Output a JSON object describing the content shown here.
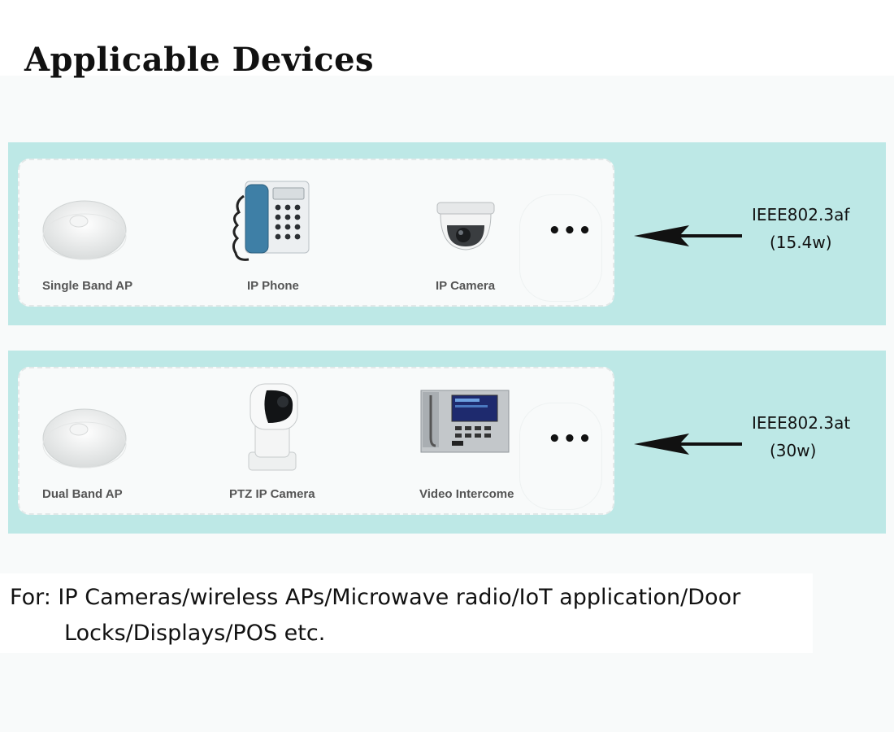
{
  "title": "Applicable Devices",
  "rows": [
    {
      "devices": [
        {
          "label": "Single Band AP",
          "icon": "ceiling-ap-icon"
        },
        {
          "label": "IP Phone",
          "icon": "ip-phone-icon"
        },
        {
          "label": "IP Camera",
          "icon": "dome-camera-icon"
        }
      ],
      "more": "•••",
      "standard": "IEEE802.3af",
      "power": "(15.4w)"
    },
    {
      "devices": [
        {
          "label": "Dual Band AP",
          "icon": "ceiling-ap-icon"
        },
        {
          "label": "PTZ IP Camera",
          "icon": "ptz-camera-icon"
        },
        {
          "label": "Video Intercome",
          "icon": "video-intercom-icon"
        }
      ],
      "more": "•••",
      "standard": "IEEE802.3at",
      "power": "(30w)"
    }
  ],
  "for_text": {
    "line1": "For: IP Cameras/wireless APs/Microwave radio/IoT application/Door",
    "line2": "Locks/Displays/POS etc."
  }
}
